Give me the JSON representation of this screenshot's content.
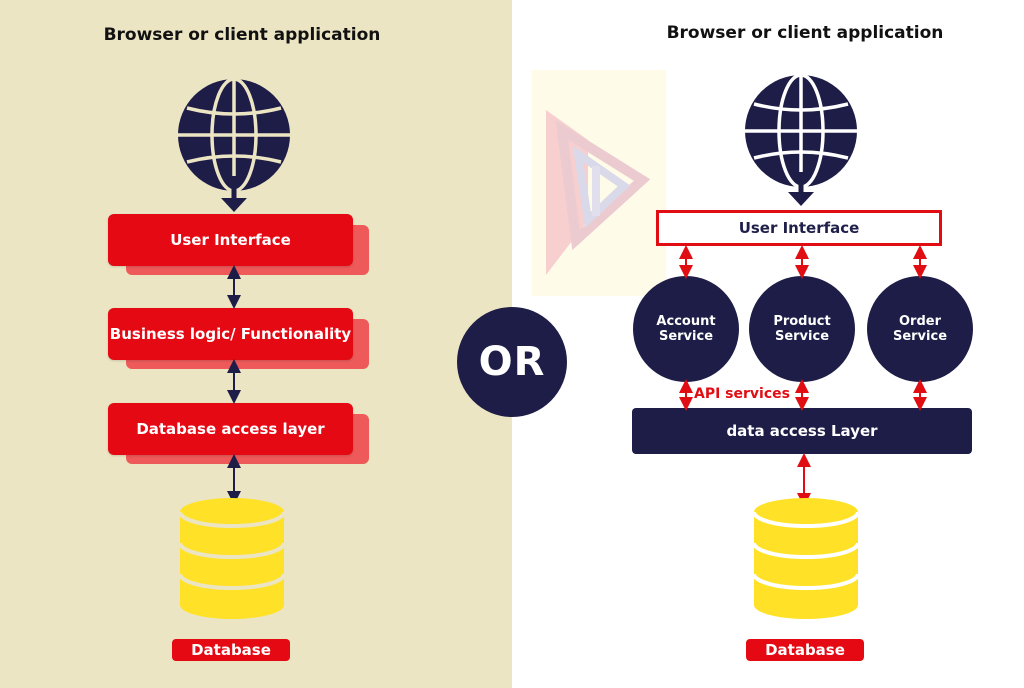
{
  "left": {
    "heading": "Browser or client application",
    "layers": [
      "User Interface",
      "Business logic/ Functionality",
      "Database access layer"
    ],
    "database_label": "Database"
  },
  "center": {
    "or_label": "OR"
  },
  "right": {
    "heading": "Browser or client application",
    "user_interface": "User Interface",
    "services": [
      {
        "line1": "Account",
        "line2": "Service"
      },
      {
        "line1": "Product",
        "line2": "Service"
      },
      {
        "line1": "Order",
        "line2": "Service"
      }
    ],
    "api_label": "API services",
    "data_layer": "data access Layer",
    "database_label": "Database"
  },
  "colors": {
    "left_panel": "#ece5c4",
    "navy": "#1d1d47",
    "red": "#e50914",
    "database_yellow": "#ffe227"
  }
}
